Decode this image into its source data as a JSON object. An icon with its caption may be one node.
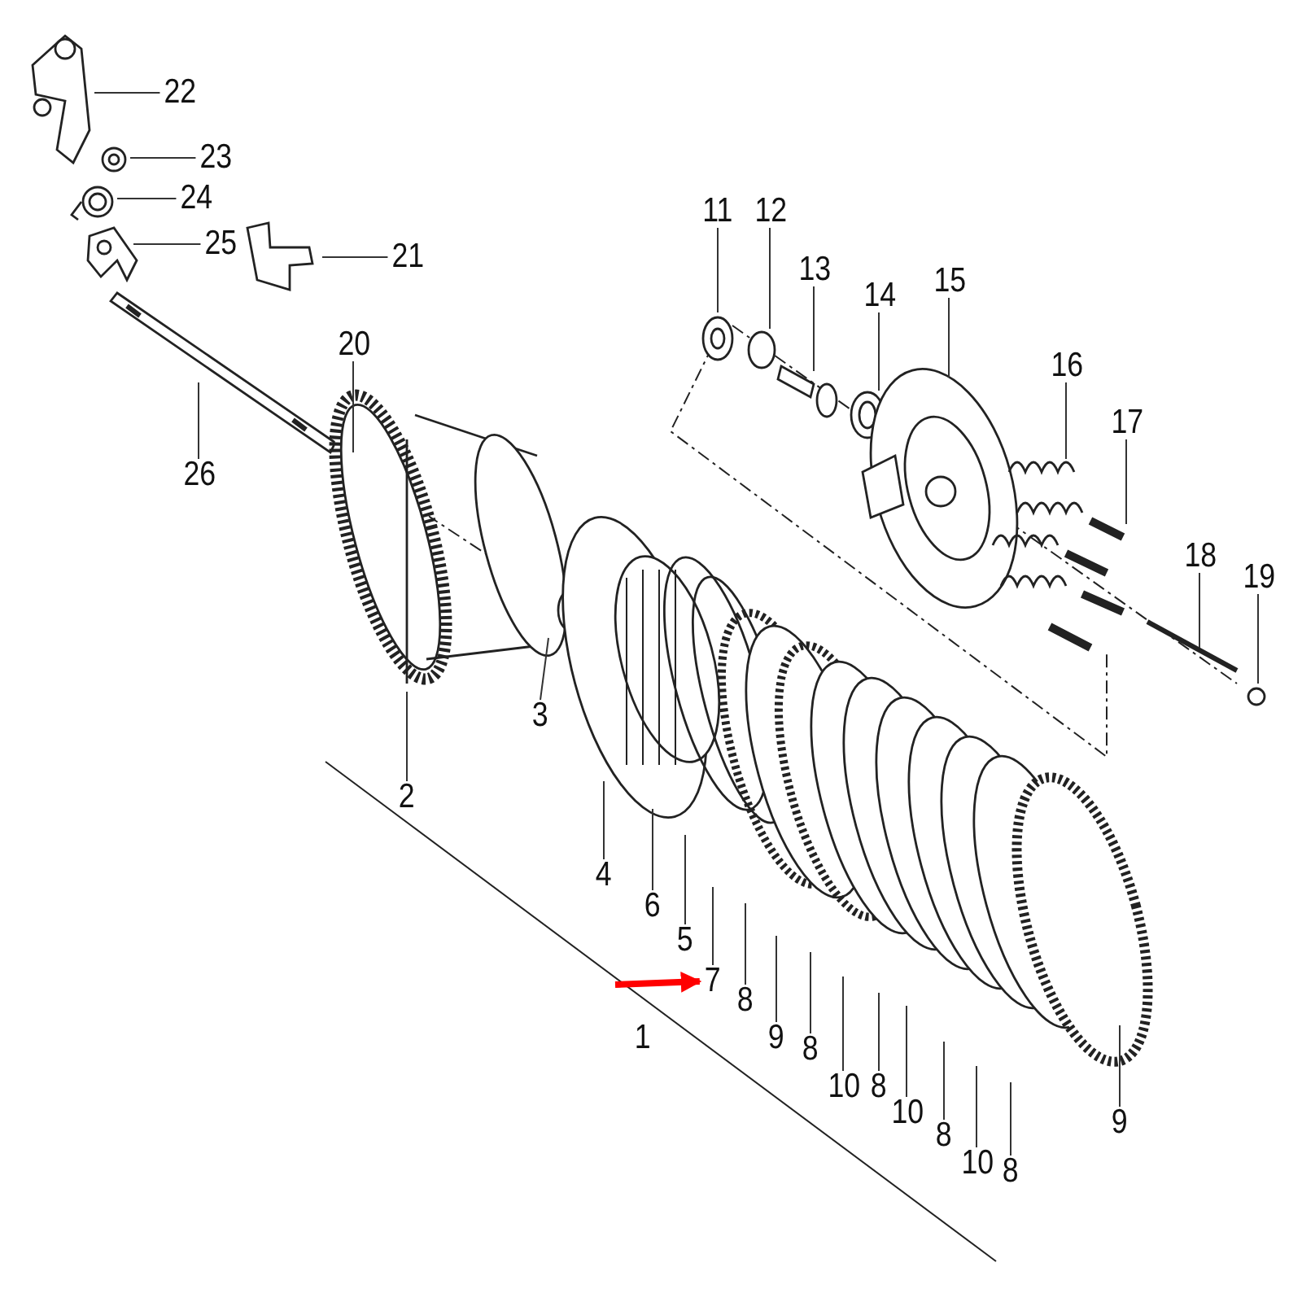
{
  "diagram": {
    "nodes": [
      {
        "text": [
          "22"
        ]
      },
      {
        "text": [
          "23"
        ]
      },
      {
        "text": [
          "24"
        ]
      },
      {
        "text": [
          "25"
        ]
      },
      {
        "text": [
          "21"
        ]
      },
      {
        "text": [
          "11"
        ]
      },
      {
        "text": [
          "12"
        ]
      },
      {
        "text": [
          "13"
        ]
      },
      {
        "text": [
          "14"
        ]
      },
      {
        "text": [
          "15"
        ]
      },
      {
        "text": [
          "16"
        ]
      },
      {
        "text": [
          "17"
        ]
      },
      {
        "text": [
          "18"
        ]
      },
      {
        "text": [
          "19"
        ]
      },
      {
        "text": [
          "20"
        ]
      },
      {
        "text": [
          "26"
        ]
      },
      {
        "text": [
          "3"
        ]
      },
      {
        "text": [
          "2"
        ]
      },
      {
        "text": [
          "4"
        ]
      },
      {
        "text": [
          "6"
        ]
      },
      {
        "text": [
          "5"
        ]
      },
      {
        "text": [
          "7"
        ]
      },
      {
        "text": [
          "8"
        ]
      },
      {
        "text": [
          "9"
        ]
      },
      {
        "text": [
          "8"
        ]
      },
      {
        "text": [
          "10"
        ]
      },
      {
        "text": [
          "8"
        ]
      },
      {
        "text": [
          "10"
        ]
      },
      {
        "text": [
          "8"
        ]
      },
      {
        "text": [
          "10"
        ]
      },
      {
        "text": [
          "8"
        ]
      },
      {
        "text": [
          "9"
        ]
      }
    ],
    "edges": [
      {
        "from": 0,
        "to": null,
        "arrow": "none"
      },
      {
        "from": 1,
        "to": null,
        "arrow": "none"
      },
      {
        "from": 2,
        "to": null,
        "arrow": "none"
      },
      {
        "from": 3,
        "to": null,
        "arrow": "none"
      },
      {
        "from": 4,
        "to": null,
        "arrow": "none"
      },
      {
        "from": 5,
        "to": null,
        "arrow": "none"
      },
      {
        "from": 6,
        "to": null,
        "arrow": "none"
      },
      {
        "from": 7,
        "to": null,
        "arrow": "none"
      },
      {
        "from": 8,
        "to": null,
        "arrow": "none"
      },
      {
        "from": 9,
        "to": null,
        "arrow": "none"
      },
      {
        "from": 10,
        "to": null,
        "arrow": "none"
      },
      {
        "from": 11,
        "to": null,
        "arrow": "none"
      },
      {
        "from": 12,
        "to": null,
        "arrow": "none"
      },
      {
        "from": 13,
        "to": null,
        "arrow": "none"
      },
      {
        "from": 14,
        "to": null,
        "arrow": "none"
      },
      {
        "from": 15,
        "to": null,
        "arrow": "none"
      },
      {
        "from": 16,
        "to": null,
        "arrow": "none"
      },
      {
        "from": 17,
        "to": null,
        "arrow": "none"
      },
      {
        "from": 18,
        "to": null,
        "arrow": "none"
      },
      {
        "from": 19,
        "to": null,
        "arrow": "none"
      },
      {
        "from": 20,
        "to": null,
        "arrow": "none"
      },
      {
        "from": 21,
        "to": null,
        "arrow": "none"
      },
      {
        "from": 22,
        "to": null,
        "arrow": "none"
      },
      {
        "from": 23,
        "to": null,
        "arrow": "none"
      },
      {
        "from": 24,
        "to": null,
        "arrow": "none"
      },
      {
        "from": 25,
        "to": null,
        "arrow": "none"
      },
      {
        "from": 26,
        "to": null,
        "arrow": "none"
      },
      {
        "from": 27,
        "to": null,
        "arrow": "none"
      },
      {
        "from": 28,
        "to": null,
        "arrow": "none"
      },
      {
        "from": 29,
        "to": null,
        "arrow": "none"
      },
      {
        "from": 30,
        "to": null,
        "arrow": "none"
      },
      {
        "from": 31,
        "to": null,
        "arrow": "none"
      },
      {
        "from": null,
        "to": 21,
        "arrow": "to",
        "style": "thick",
        "color": "#ff0000"
      }
    ],
    "labels": [
      "1"
    ]
  }
}
